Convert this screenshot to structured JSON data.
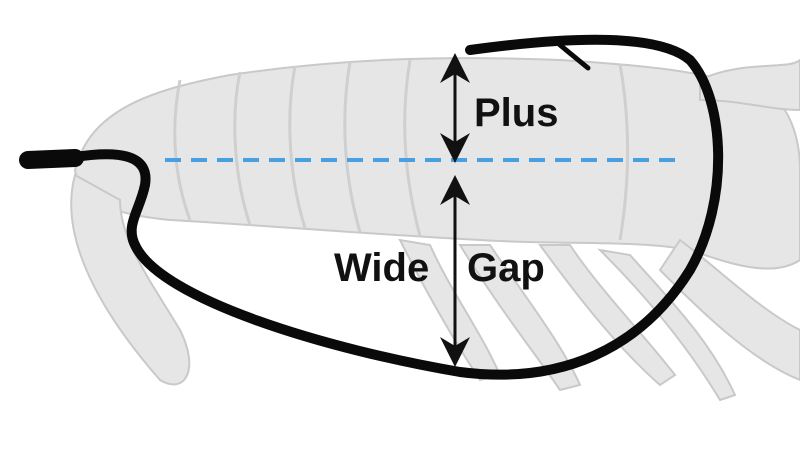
{
  "labels": {
    "plus": "Plus",
    "wide": "Wide",
    "gap": "Gap"
  },
  "colors": {
    "hook": "#0a0a0a",
    "guide_line": "#4a9fe0",
    "body": "#e4e4e4",
    "body_outline": "#c8c8c8",
    "arrow": "#111111"
  }
}
